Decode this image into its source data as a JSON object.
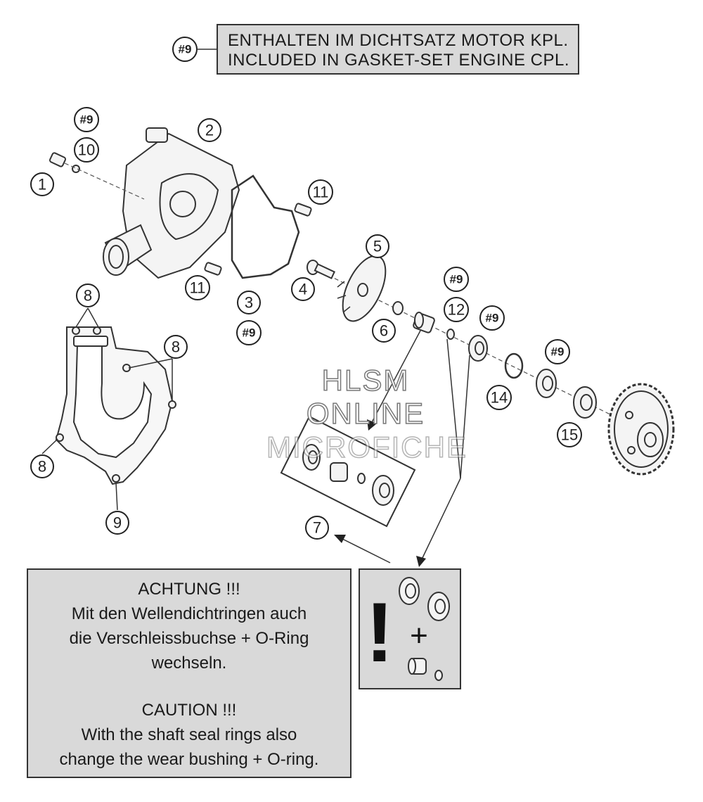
{
  "header_note": {
    "ref": "#9",
    "line1": "ENTHALTEN IM DICHTSATZ MOTOR KPL.",
    "line2": "INCLUDED IN GASKET-SET ENGINE CPL."
  },
  "callouts": {
    "c1": "1",
    "c2": "2",
    "c3": "3",
    "c4": "4",
    "c5": "5",
    "c6": "6",
    "c7": "7",
    "c8a": "8",
    "c8b": "8",
    "c8c": "8",
    "c9": "9",
    "c10": "10",
    "c11a": "11",
    "c11b": "11",
    "c12": "12",
    "c14": "14",
    "c15": "15",
    "h10": "#9",
    "h3": "#9",
    "h12": "#9",
    "h13": "#9",
    "h14": "#9"
  },
  "watermark": {
    "line1": "HLSM",
    "line2": "ONLINE",
    "line3": "MICROFICHE"
  },
  "caution_note": {
    "de_title": "ACHTUNG !!!",
    "de_line1": "Mit den Wellendichtringen auch",
    "de_line2": "die Verschleissbuchse + O-Ring",
    "de_line3": "wechseln.",
    "en_title": "CAUTION !!!",
    "en_line1": "With the shaft seal rings also",
    "en_line2": "change the wear bushing + O-ring."
  },
  "parts_box": {
    "exclamation": "!",
    "plus": "+"
  }
}
